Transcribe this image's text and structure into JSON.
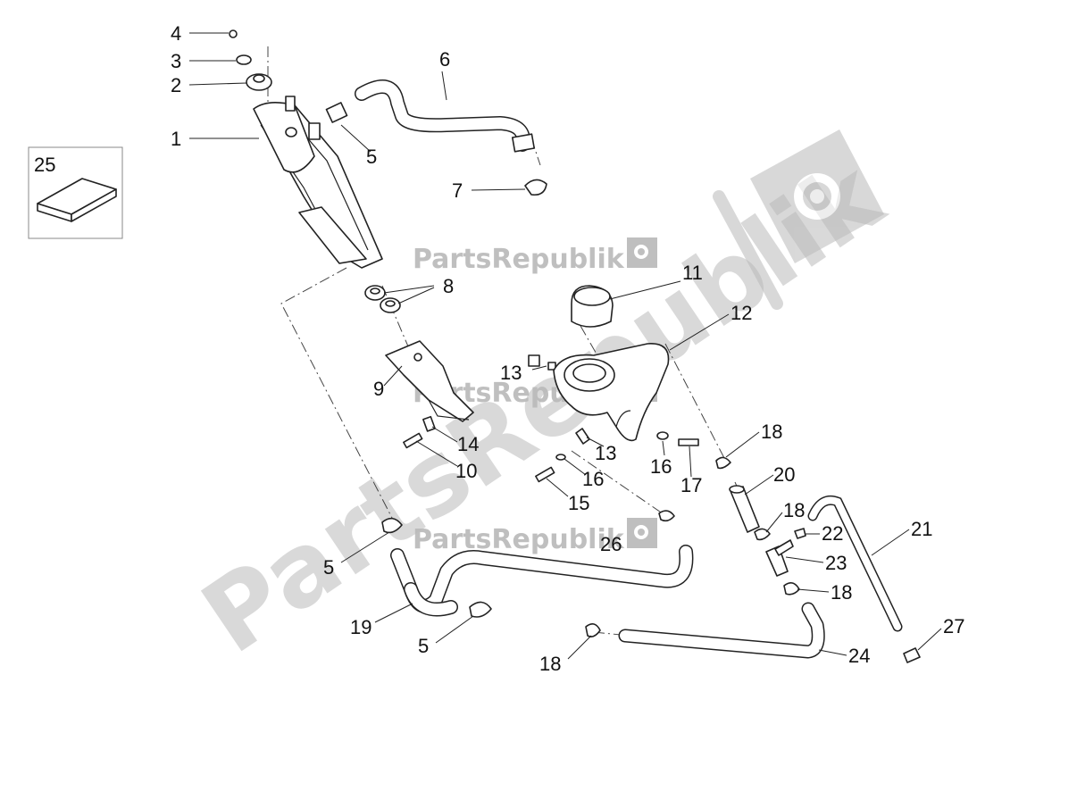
{
  "watermark": {
    "brand": "PartsRepublik",
    "brand_large": "PartsRepublik",
    "icon": "gear-flag-icon"
  },
  "callouts": {
    "c1": "1",
    "c2": "2",
    "c3": "3",
    "c4": "4",
    "c5a": "5",
    "c5b": "5",
    "c5c": "5",
    "c6": "6",
    "c7": "7",
    "c8": "8",
    "c9": "9",
    "c10": "10",
    "c11": "11",
    "c12": "12",
    "c13a": "13",
    "c13b": "13",
    "c14": "14",
    "c15": "15",
    "c16a": "16",
    "c16b": "16",
    "c17": "17",
    "c18a": "18",
    "c18b": "18",
    "c18c": "18",
    "c18d": "18",
    "c19": "19",
    "c20": "20",
    "c21": "21",
    "c22": "22",
    "c23": "23",
    "c24": "24",
    "c25": "25",
    "c26": "26",
    "c27": "27"
  },
  "colors": {
    "line": "#222222",
    "watermark": "#b9b9b9",
    "background": "#ffffff"
  }
}
